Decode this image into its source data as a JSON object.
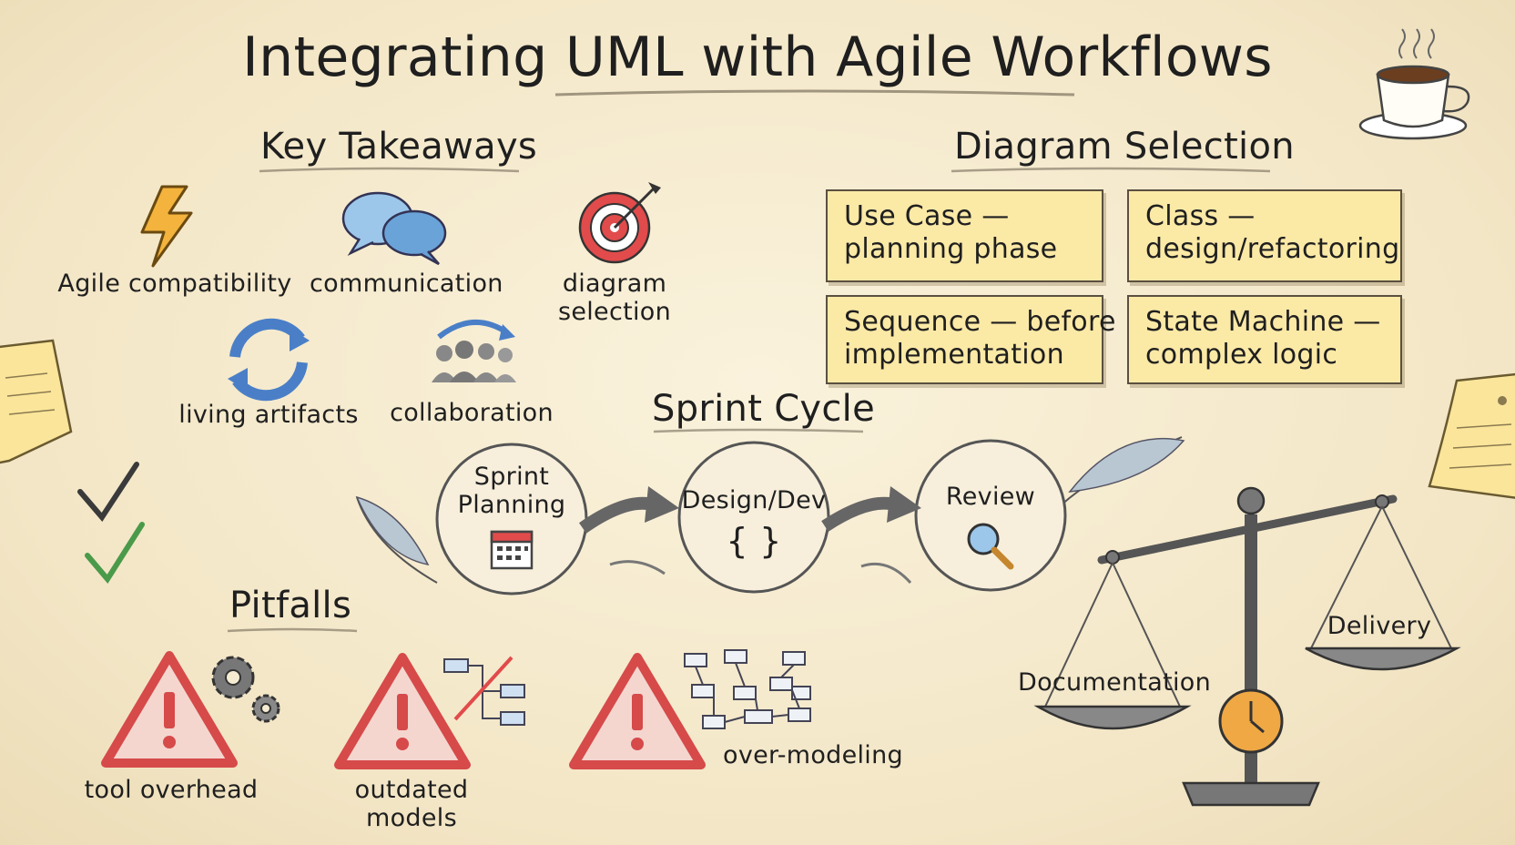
{
  "title": "Integrating UML with Agile Workflows",
  "key_takeaways": {
    "heading": "Key Takeaways",
    "items": [
      {
        "label": "Agile compatibility",
        "icon": "lightning-icon"
      },
      {
        "label": "communication",
        "icon": "speech-bubbles-icon"
      },
      {
        "label": "diagram selection",
        "icon": "target-icon"
      },
      {
        "label": "living artifacts",
        "icon": "refresh-arrows-icon"
      },
      {
        "label": "collaboration",
        "icon": "people-group-icon"
      }
    ]
  },
  "diagram_selection": {
    "heading": "Diagram Selection",
    "notes": [
      {
        "line1": "Use Case —",
        "line2": "planning phase"
      },
      {
        "line1": "Class —",
        "line2": "design/refactoring"
      },
      {
        "line1": "Sequence — before",
        "line2": "implementation"
      },
      {
        "line1": "State Machine —",
        "line2": "complex logic"
      }
    ]
  },
  "sprint_cycle": {
    "heading": "Sprint Cycle",
    "stages": [
      {
        "line1": "Sprint",
        "line2": "Planning",
        "icon": "calendar-icon"
      },
      {
        "line1": "Design/Dev",
        "line2": "{ }",
        "icon": "braces-icon"
      },
      {
        "line1": "Review",
        "line2": "",
        "icon": "magnifier-icon"
      }
    ]
  },
  "pitfalls": {
    "heading": "Pitfalls",
    "items": [
      {
        "label": "tool overhead",
        "icon": "gears-icon"
      },
      {
        "label": "outdated models",
        "icon": "crossed-diagram-icon"
      },
      {
        "label": "over-modeling",
        "icon": "complex-diagram-icon"
      }
    ]
  },
  "balance": {
    "left_label": "Documentation",
    "right_label": "Delivery",
    "icon": "scale-icon"
  },
  "colors": {
    "ink": "#222222",
    "note": "#fbe9a6",
    "warning_red": "#d64a4a",
    "accent_blue": "#4a7fc8",
    "check_green": "#4a9a4a"
  }
}
